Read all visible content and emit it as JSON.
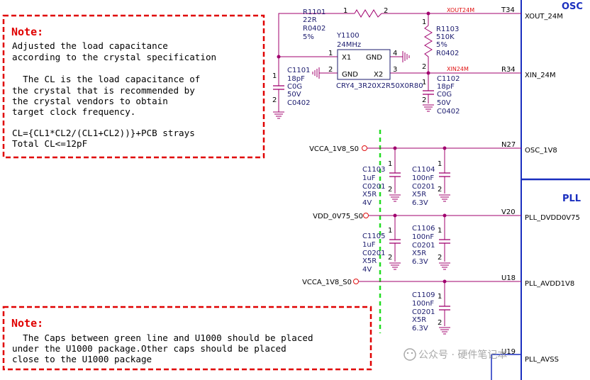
{
  "notes": {
    "top": {
      "title": "Note:",
      "lines": [
        "Adjusted the load capacitance",
        "according to the crystal specification",
        "",
        "  The CL is the load capacitance of",
        "the crystal that is recommended by",
        "the crystal vendors to obtain",
        "target clock frequency.",
        "",
        "CL={CL1*CL2/(CL1+CL2))}+PCB strays",
        "Total CL<=12pF"
      ]
    },
    "bottom": {
      "title": "Note:",
      "lines": [
        "  The Caps between green line and U1000 should be placed",
        "under the U1000 package.Other caps should be placed",
        "close to the U1000 package"
      ]
    }
  },
  "sections": {
    "osc": "OSC",
    "pll": "PLL"
  },
  "components": {
    "r1101": {
      "ref": "R1101",
      "value": "22R",
      "pkg": "R0402",
      "tol": "5%",
      "pin1": "1",
      "pin2": "2"
    },
    "r1103": {
      "ref": "R1103",
      "value": "510K",
      "tol": "5%",
      "pkg": "R0402",
      "pin1": "1",
      "pin2": "2"
    },
    "y1100": {
      "ref": "Y1100",
      "value": "24MHz",
      "part": "CRY4_3R20X2R50X0R80",
      "x1": "X1",
      "x2": "X2",
      "gnd_l": "GND",
      "gnd_r": "GND",
      "p1": "1",
      "p2": "2",
      "p3": "3",
      "p4": "4"
    },
    "c1101": {
      "ref": "C1101",
      "value": "18pF",
      "dielectric": "C0G",
      "voltage": "50V",
      "pkg": "C0402",
      "pin1": "1",
      "pin2": "2"
    },
    "c1102": {
      "ref": "C1102",
      "value": "18pF",
      "dielectric": "C0G",
      "voltage": "50V",
      "pkg": "C0402",
      "pin1": "1",
      "pin2": "2"
    },
    "c1103": {
      "ref": "C1103",
      "value": "1uF",
      "pkg": "C0201",
      "dielectric": "X5R",
      "voltage": "4V",
      "pin1": "1",
      "pin2": "2"
    },
    "c1104": {
      "ref": "C1104",
      "value": "100nF",
      "pkg": "C0201",
      "dielectric": "X5R",
      "voltage": "6.3V",
      "pin1": "1",
      "pin2": "2"
    },
    "c1105": {
      "ref": "C1105",
      "value": "1uF",
      "pkg": "C0201",
      "dielectric": "X5R",
      "voltage": "4V",
      "pin1": "1",
      "pin2": "2"
    },
    "c1106": {
      "ref": "C1106",
      "value": "100nF",
      "pkg": "C0201",
      "dielectric": "X5R",
      "voltage": "6.3V",
      "pin1": "1",
      "pin2": "2"
    },
    "c1109": {
      "ref": "C1109",
      "value": "100nF",
      "pkg": "C0201",
      "dielectric": "X5R",
      "voltage": "6.3V",
      "pin1": "1",
      "pin2": "2"
    }
  },
  "nets": {
    "xout": "XOUT24M",
    "xin": "XIN24M",
    "vcca1": "VCCA_1V8_S0",
    "vdd": "VDD_0V75_S0",
    "vcca2": "VCCA_1V8_S0"
  },
  "pins": {
    "t34": {
      "ball": "T34",
      "name": "XOUT_24M"
    },
    "r34": {
      "ball": "R34",
      "name": "XIN_24M"
    },
    "n27": {
      "ball": "N27",
      "name": "OSC_1V8"
    },
    "v20": {
      "ball": "V20",
      "name": "PLL_DVDD0V75"
    },
    "u18": {
      "ball": "U18",
      "name": "PLL_AVDD1V8"
    },
    "u19": {
      "ball": "U19",
      "name": "PLL_AVSS"
    }
  },
  "watermark": "公众号 · 硬件笔记本",
  "colors": {
    "wire": "#a0006e",
    "text": "#1b1b6e",
    "note_border": "#e00000",
    "green_line": "#22dd22",
    "section": "#1a2fbf"
  }
}
